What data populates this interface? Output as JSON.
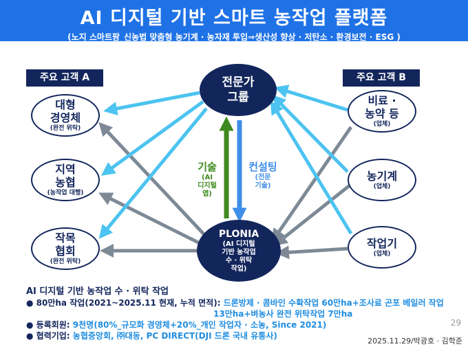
{
  "title": "AI 디지털 기반 스마트 농작업 플랫폼",
  "subtitle": "(노지 스마트팜_신농법 맞춤형 농기계 · 농자재 투입⇒생산성 향상 · 저탄소 · 환경보전 · ESG )",
  "customers_a": {
    "header": "주요 고객 A",
    "items": [
      {
        "name": "대형",
        "name2": "경영체",
        "note": "(완전 위탁)"
      },
      {
        "name": "지역",
        "name2": "농협",
        "note": "(농작업 대행)"
      },
      {
        "name": "작목",
        "name2": "협회",
        "note": "(완전 위탁)"
      }
    ]
  },
  "customers_b": {
    "header": "주요 고객 B",
    "items": [
      {
        "name": "비료 ·",
        "name2": "농약 등",
        "note": "(업체)"
      },
      {
        "name": "농기계",
        "name2": "",
        "note": "(업체)"
      },
      {
        "name": "작업기",
        "name2": "",
        "note": "(업체)"
      }
    ]
  },
  "expert": {
    "line1": "전문가",
    "line2": "그룹"
  },
  "plonia": {
    "name": "PLONIA",
    "desc1": "(AI 디지털",
    "desc2": "기반 농작업",
    "desc3": "수 · 위탁",
    "desc4": "작업)"
  },
  "tech": {
    "label": "기술",
    "sub1": "(AI",
    "sub2": "디지털",
    "sub3": "앱)"
  },
  "consult": {
    "label": "컨설팅",
    "sub1": "(전문",
    "sub2": "기술)"
  },
  "bottom": {
    "heading": "AI 디지털 기반 농작업 수 · 위탁 작업",
    "b1_label": "● 80만ha 작업(2021~2025.11 현재, 누적 면적):",
    "b1_text": "드론방제 · 콤바인 수확작업 60만ha+조사료 곤포 베일러 작업",
    "b1_text2": "13만ha+벼농사 완전 위탁작업 7만ha",
    "b2_label": "● 등록회원:",
    "b2_text": "9천명(80%_규모화 경영체+20%_개인 작업자 · 소농, Since 2021)",
    "b3_label": "● 협력기업:",
    "b3_text": "농협중앙회, ㈜대동, PC DIRECT(DJI 드론 국내 유통사)"
  },
  "page_number": "29",
  "date_author": "2025.11.29/박광호 · 김학준",
  "colors": {
    "title_bg": "#1f72e6",
    "navy": "#13265c",
    "light_arrow": "#4cc3f0",
    "gray_arrow": "#7d8a96",
    "green": "#3f8a1f",
    "blue": "#3f8ee8"
  }
}
